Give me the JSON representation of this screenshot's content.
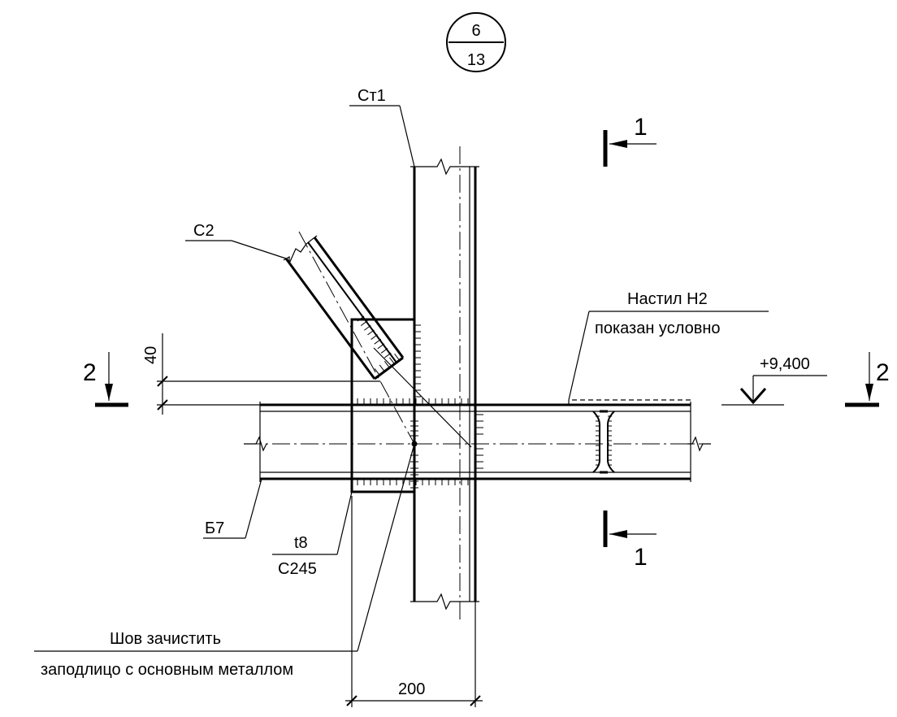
{
  "node_ref": {
    "number": "6",
    "sheet": "13"
  },
  "labels": {
    "column": "Ст1",
    "brace": "С2",
    "beam": "Б7",
    "plate_thickness": "t8",
    "plate_steel": "С245",
    "decking_line1": "Настил Н2",
    "decking_line2": "показан условно",
    "weld_note_line1": "Шов зачистить",
    "weld_note_line2": "заподлицо с основным металлом",
    "elevation": "+9,400"
  },
  "dimensions": {
    "plate_height": "40",
    "plate_width": "200"
  },
  "sections": {
    "section_1": "1",
    "section_2": "2"
  }
}
